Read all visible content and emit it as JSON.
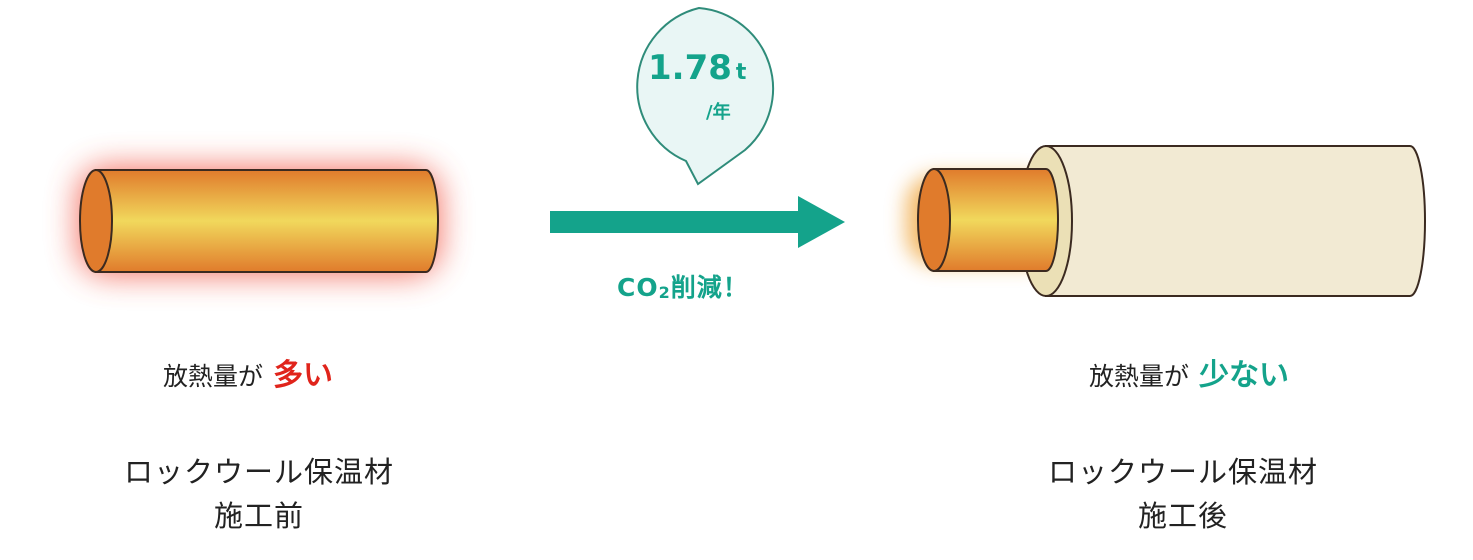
{
  "before": {
    "heat_text": "放熱量が",
    "heat_emphasis": "多い",
    "caption_line1": "ロックウール保温材",
    "caption_line2": "施工前"
  },
  "after": {
    "heat_text": "放熱量が",
    "heat_emphasis": "少ない",
    "caption_line1": "ロックウール保温材",
    "caption_line2": "施工後"
  },
  "reduction": {
    "value": "1.78",
    "unit": "t",
    "per": "/年",
    "label_prefix": "CO",
    "label_subscript": "2",
    "label_suffix": "削減！"
  },
  "colors": {
    "accent_green": "#14a38b",
    "emphasis_red": "#e0241b",
    "pipe_orange": "#e07b2c",
    "pipe_yellow": "#f1d85c",
    "insulation_cream": "#f2ead3",
    "bubble_fill": "#e9f6f5"
  }
}
